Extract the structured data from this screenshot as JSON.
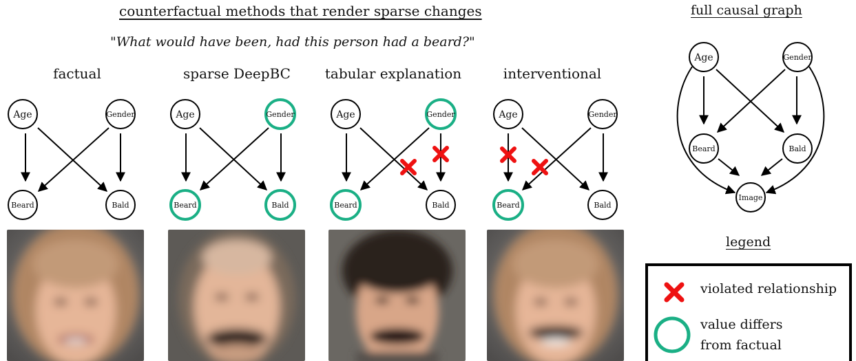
{
  "header": {
    "title": "counterfactual methods that render sparse changes",
    "question": "\"What would have been, had this person had a beard?\""
  },
  "panels": [
    {
      "title": "factual",
      "nodes": {
        "age": "Age",
        "gender": "Gender",
        "beard": "Beard",
        "bald": "Bald"
      }
    },
    {
      "title": "sparse DeepBC",
      "nodes": {
        "age": "Age",
        "gender": "Gender",
        "beard": "Beard",
        "bald": "Bald"
      }
    },
    {
      "title": "tabular explanation",
      "nodes": {
        "age": "Age",
        "gender": "Gender",
        "beard": "Beard",
        "bald": "Bald"
      }
    },
    {
      "title": "interventional",
      "nodes": {
        "age": "Age",
        "gender": "Gender",
        "beard": "Beard",
        "bald": "Bald"
      }
    }
  ],
  "full_graph": {
    "title": "full causal graph",
    "nodes": {
      "age": "Age",
      "gender": "Gender",
      "beard": "Beard",
      "bald": "Bald",
      "image": "Image"
    }
  },
  "legend": {
    "title": "legend",
    "violated": "violated relationship",
    "differs_line1": "value differs",
    "differs_line2": "from factual"
  },
  "colors": {
    "highlight": "#1aaf85",
    "violation": "#ee1111"
  }
}
